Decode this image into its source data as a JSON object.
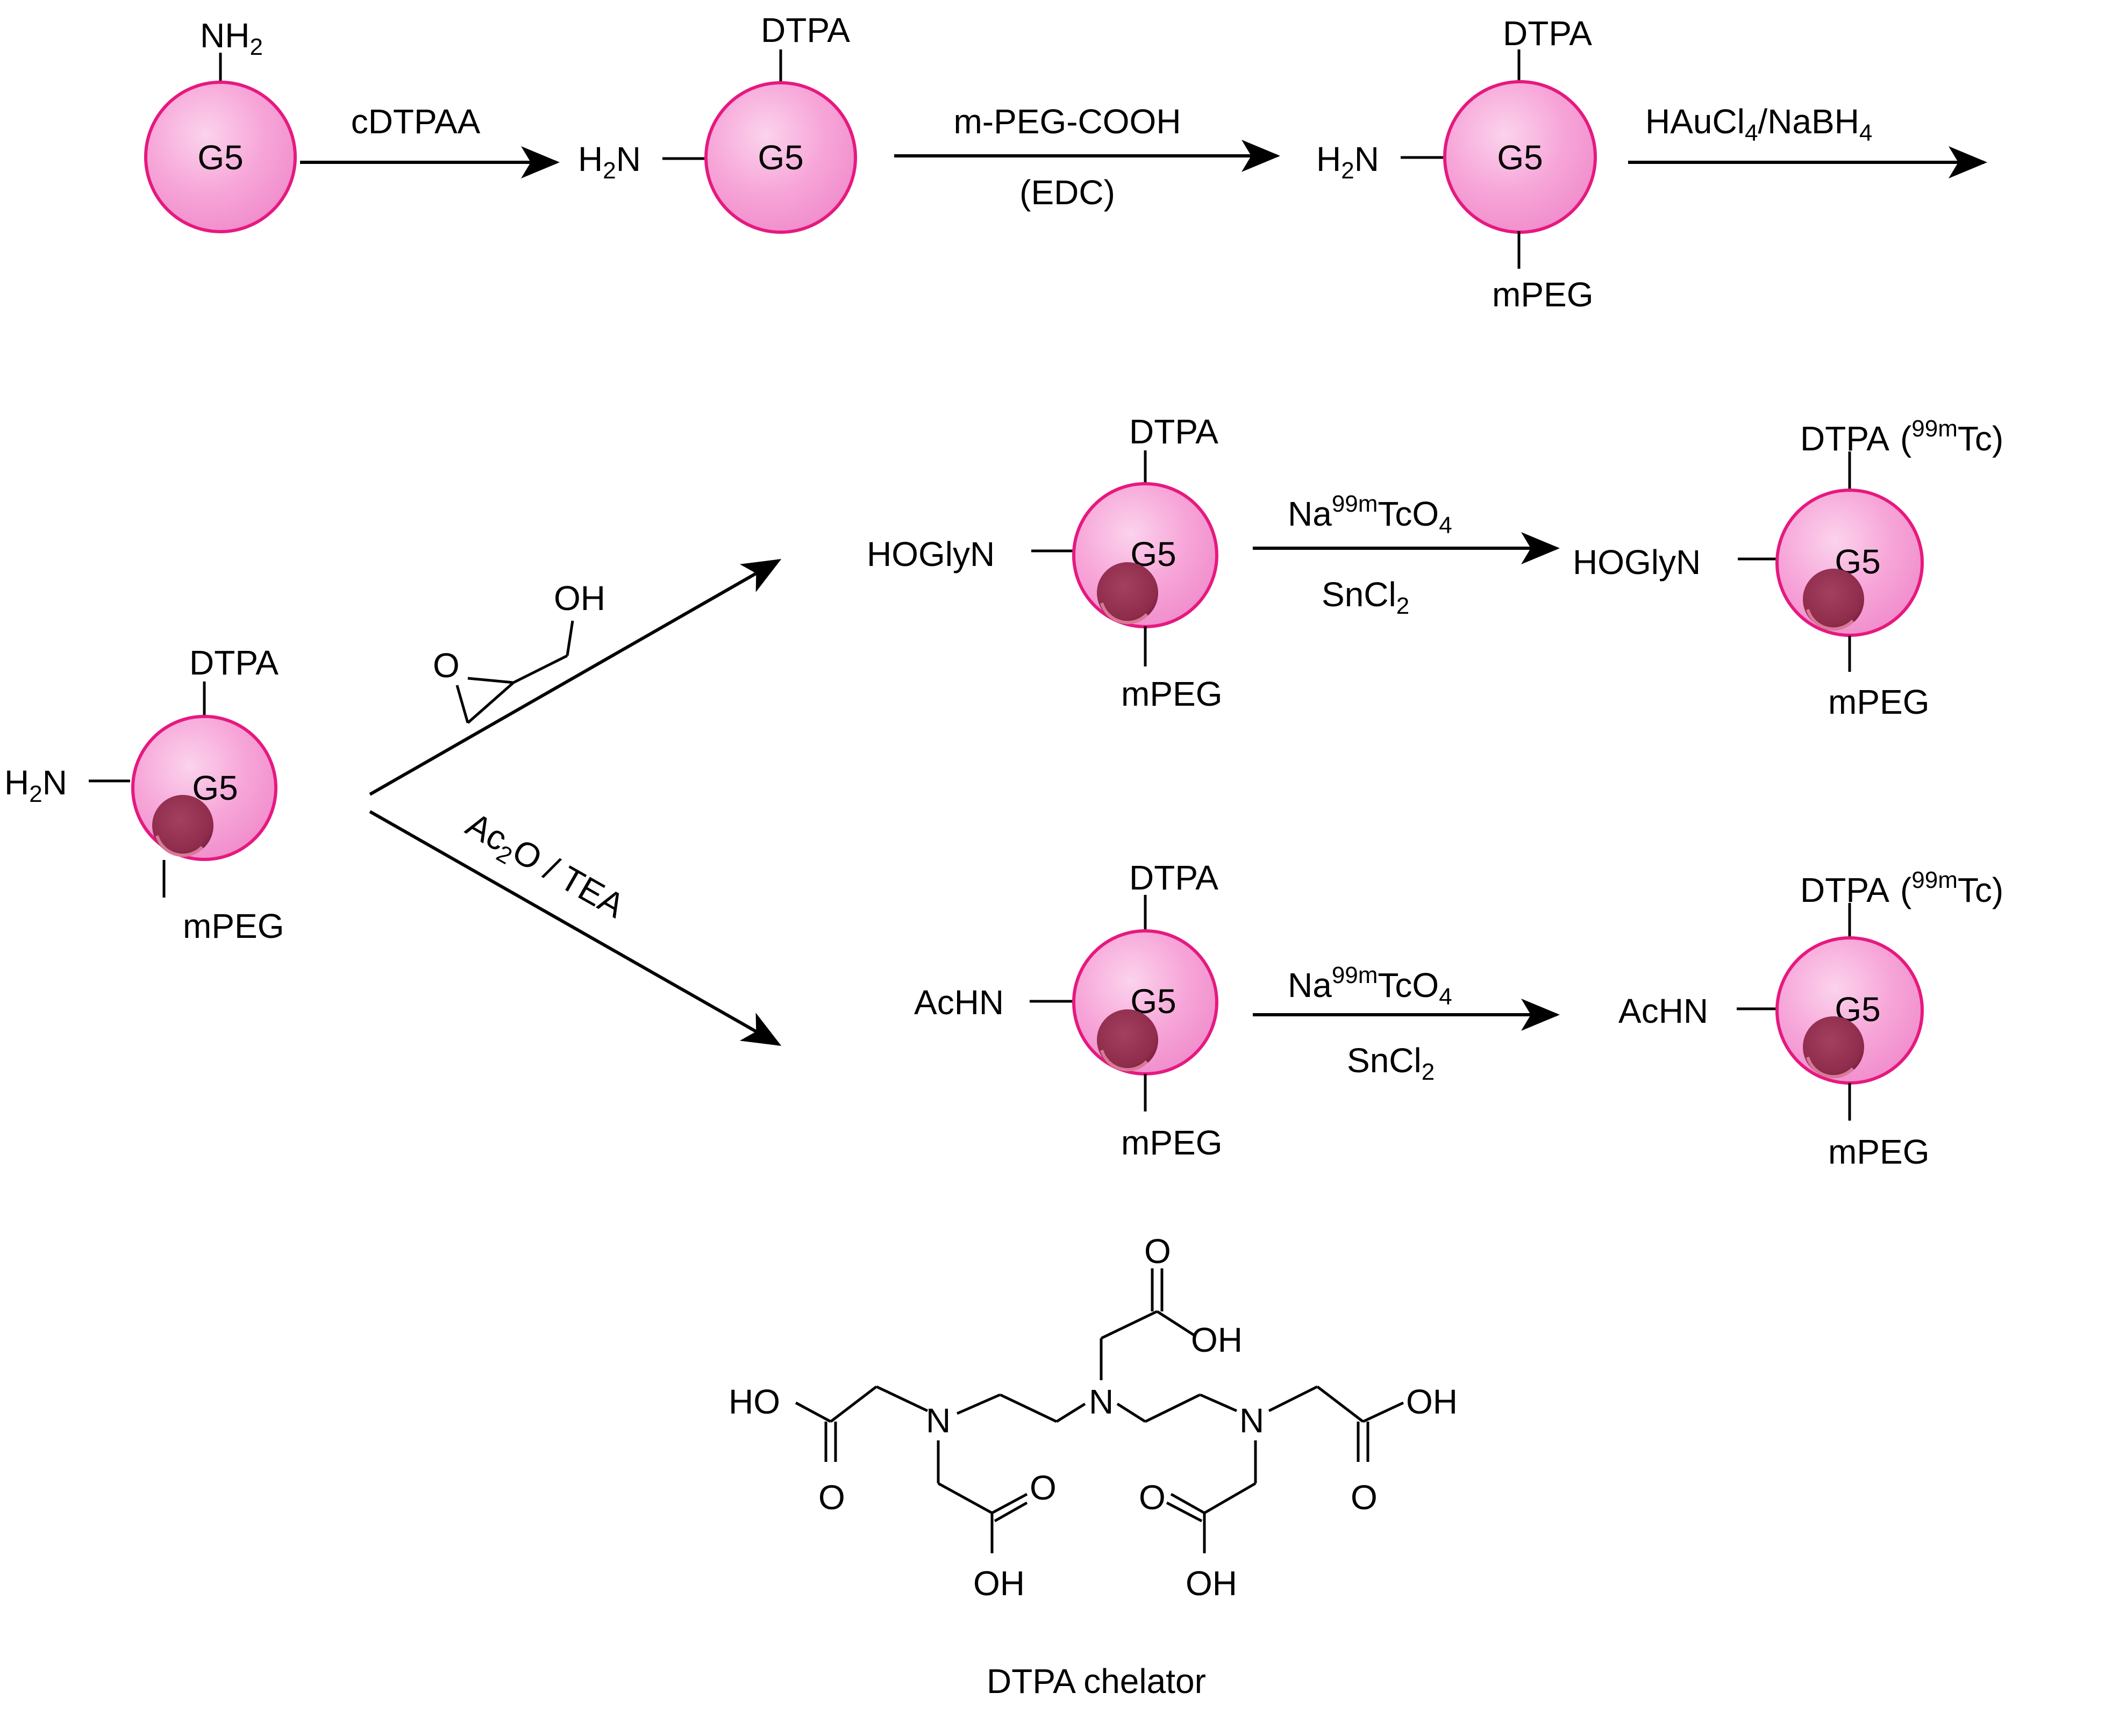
{
  "colors": {
    "dendrimer_fill": "#f7a6d9",
    "dendrimer_stroke": "#e6197f",
    "gold_particle": "#8f2c4c",
    "gold_highlight": "#d87a96",
    "ink": "#000000"
  },
  "dendrimer": {
    "core_label": "G5",
    "labels": {
      "nh2": "NH",
      "h2n_h": "H",
      "h2n_n": "N",
      "sub2": "2",
      "dtpa": "DTPA",
      "mpeg": "mPEG",
      "hoglyn": "HOGlyN",
      "achn": "AcHN",
      "tc_open": "(",
      "tc_mass": "99m",
      "tc_close": "Tc)"
    }
  },
  "reagents": {
    "r1": "cDTPAA",
    "r2_top": "m-PEG-COOH",
    "r2_bottom": "(EDC)",
    "r3": {
      "hau": "HAuCl",
      "sub4": "4",
      "nabh": "/NaBH",
      "sub4b": "4"
    },
    "glycidol": {
      "oh": "OH",
      "o": "O"
    },
    "acetylation": {
      "ac": "Ac",
      "sub": "2",
      "rest": "O / TEA"
    },
    "labeling": {
      "na": "Na",
      "mass": "99m",
      "tco": "TcO",
      "sub4": "4",
      "sn": "SnCl",
      "sub2": "2"
    }
  },
  "chelator": {
    "caption": "DTPA chelator",
    "atoms": {
      "n": "N",
      "o": "O",
      "oh": "OH",
      "ho": "HO"
    }
  }
}
